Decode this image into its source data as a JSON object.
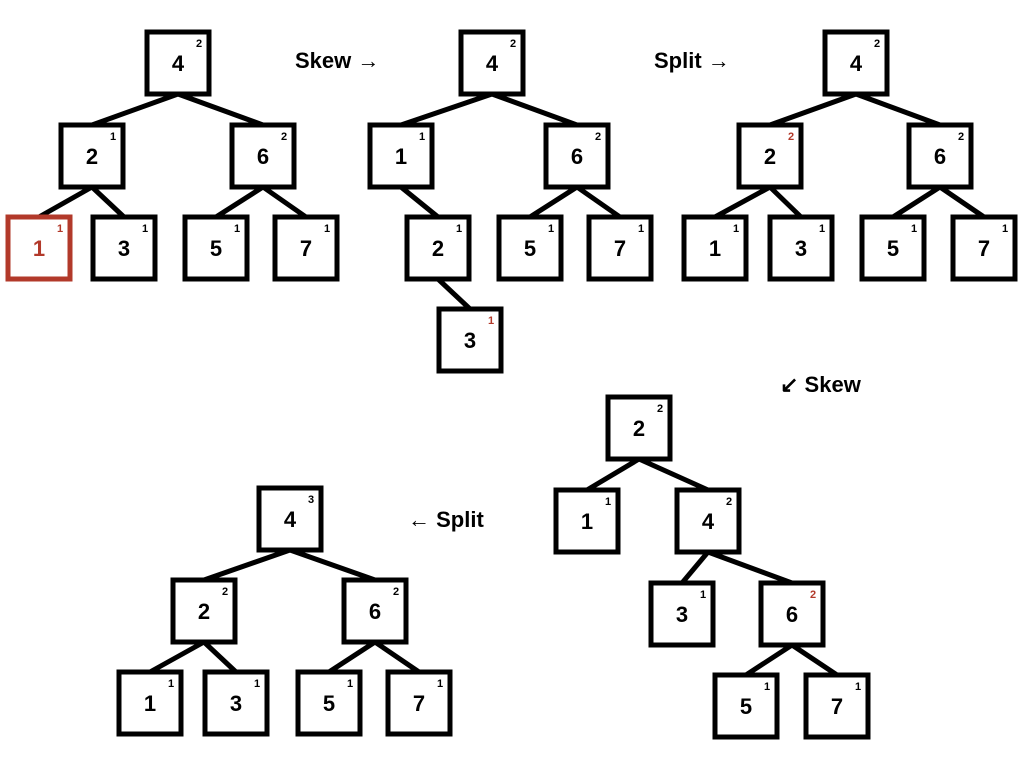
{
  "colors": {
    "highlight": "#b2392a",
    "stroke": "#000000",
    "background": "#ffffff"
  },
  "labels": {
    "skew_1": "Skew →",
    "split_1": "Split →",
    "skew_2": "↙ Skew",
    "split_2": "← Split"
  },
  "trees": [
    {
      "id": "tree-initial",
      "nodes": [
        {
          "key": "n4",
          "value": "4",
          "level": "2"
        },
        {
          "key": "n2",
          "value": "2",
          "level": "1"
        },
        {
          "key": "n6",
          "value": "6",
          "level": "2"
        },
        {
          "key": "n1",
          "value": "1",
          "level": "1",
          "highlight": "box"
        },
        {
          "key": "n3",
          "value": "3",
          "level": "1"
        },
        {
          "key": "n5",
          "value": "5",
          "level": "1"
        },
        {
          "key": "n7",
          "value": "7",
          "level": "1"
        }
      ]
    },
    {
      "id": "tree-after-skew",
      "nodes": [
        {
          "key": "n4",
          "value": "4",
          "level": "2"
        },
        {
          "key": "n1",
          "value": "1",
          "level": "1"
        },
        {
          "key": "n6",
          "value": "6",
          "level": "2"
        },
        {
          "key": "n2",
          "value": "2",
          "level": "1"
        },
        {
          "key": "n5",
          "value": "5",
          "level": "1"
        },
        {
          "key": "n7",
          "value": "7",
          "level": "1"
        },
        {
          "key": "n3",
          "value": "3",
          "level": "1",
          "highlight": "level"
        }
      ]
    },
    {
      "id": "tree-after-split",
      "nodes": [
        {
          "key": "n4",
          "value": "4",
          "level": "2"
        },
        {
          "key": "n2",
          "value": "2",
          "level": "2",
          "highlight": "level"
        },
        {
          "key": "n6",
          "value": "6",
          "level": "2"
        },
        {
          "key": "n1",
          "value": "1",
          "level": "1"
        },
        {
          "key": "n3",
          "value": "3",
          "level": "1"
        },
        {
          "key": "n5",
          "value": "5",
          "level": "1"
        },
        {
          "key": "n7",
          "value": "7",
          "level": "1"
        }
      ]
    },
    {
      "id": "tree-after-skew-2",
      "nodes": [
        {
          "key": "n2",
          "value": "2",
          "level": "2"
        },
        {
          "key": "n1",
          "value": "1",
          "level": "1"
        },
        {
          "key": "n4",
          "value": "4",
          "level": "2"
        },
        {
          "key": "n3",
          "value": "3",
          "level": "1"
        },
        {
          "key": "n6",
          "value": "6",
          "level": "2",
          "highlight": "level"
        },
        {
          "key": "n5",
          "value": "5",
          "level": "1"
        },
        {
          "key": "n7",
          "value": "7",
          "level": "1"
        }
      ]
    },
    {
      "id": "tree-final",
      "nodes": [
        {
          "key": "n4",
          "value": "4",
          "level": "3"
        },
        {
          "key": "n2",
          "value": "2",
          "level": "2"
        },
        {
          "key": "n6",
          "value": "6",
          "level": "2"
        },
        {
          "key": "n1",
          "value": "1",
          "level": "1"
        },
        {
          "key": "n3",
          "value": "3",
          "level": "1"
        },
        {
          "key": "n5",
          "value": "5",
          "level": "1"
        },
        {
          "key": "n7",
          "value": "7",
          "level": "1"
        }
      ]
    }
  ]
}
